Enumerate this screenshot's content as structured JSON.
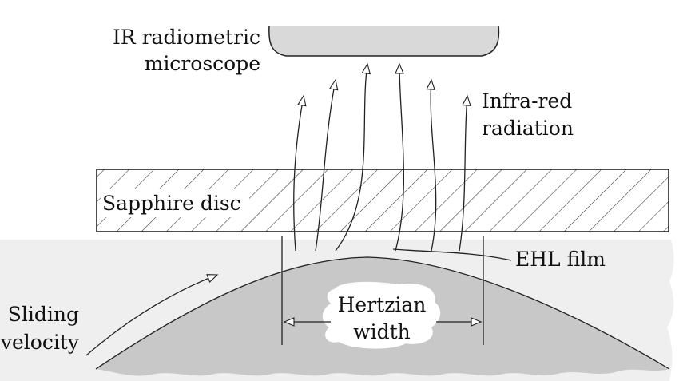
{
  "labels": {
    "microscope_line1": "IR radiometric",
    "microscope_line2": "microscope",
    "radiation_line1": "Infra-red",
    "radiation_line2": "radiation",
    "disc": "Sapphire disc",
    "film": "EHL film",
    "velocity_line1": "Sliding",
    "velocity_line2": "velocity",
    "hertzian_line1": "Hertzian",
    "hertzian_line2": "width"
  },
  "colors": {
    "background_haze": "#efefef",
    "ball_fill": "#c8c8c8",
    "microscope_fill": "#d9d9d9",
    "line": "#222222",
    "text": "#111111"
  }
}
